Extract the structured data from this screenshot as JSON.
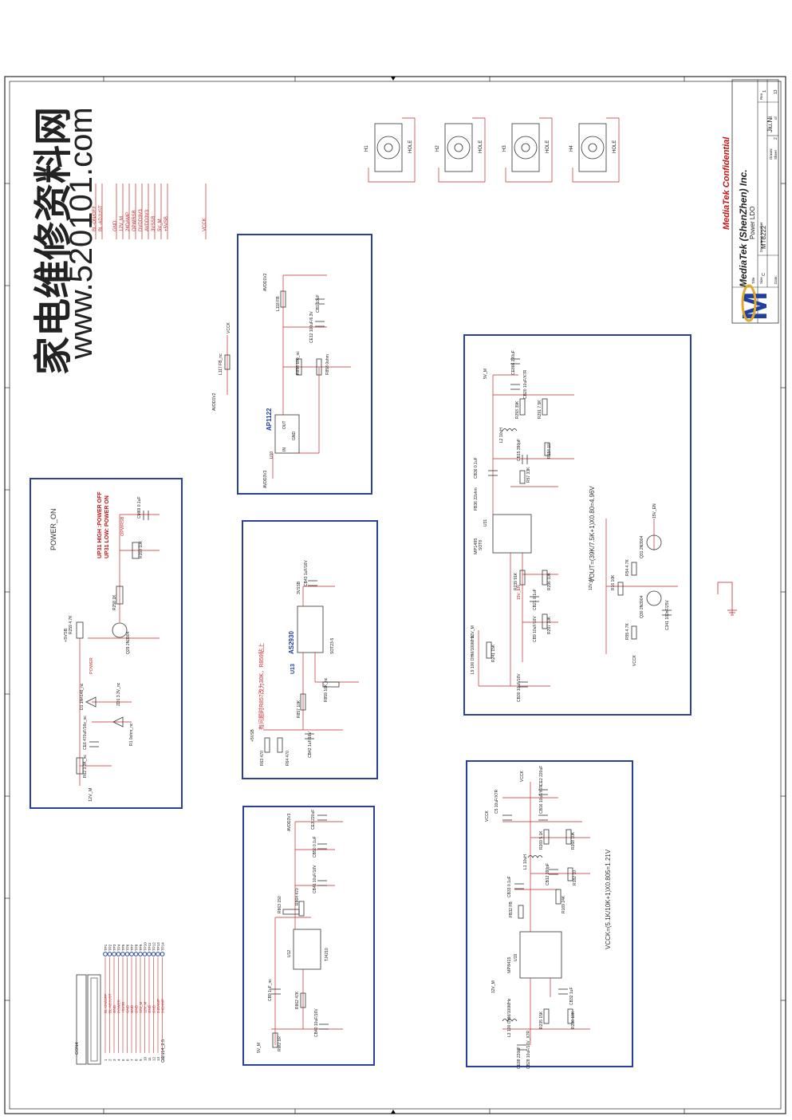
{
  "watermark": {
    "cn": "家电维修资料网",
    "url": "www.520101.com"
  },
  "title_block": {
    "confidential": "MediaTek Confidential",
    "company": "MediaTek (ShenZhen) Inc.",
    "title_caption": "Title",
    "title": "Power LDO",
    "size_caption": "Size",
    "size": "C",
    "doc_caption": "Document Number",
    "doc_number": "MT8222",
    "rev_caption": "Rev",
    "rev": "1",
    "drawn_caption": "Drawn:",
    "drawn": "Jiu.Ni",
    "date_caption": "Date:",
    "sheet_caption": "Sheet",
    "sheet": "2",
    "of_caption": "of",
    "sheet_total": "13"
  },
  "net_labels": [
    "BL-ON/OFF",
    "BL-ADJUST",
    "GND",
    "12V_M",
    "24DAMP",
    "OPWRSB",
    "DVDD3V3",
    "AVDD3V3",
    "3VSSB",
    "5V_M",
    "+5VSB",
    "VCCK"
  ],
  "holes": [
    {
      "ref": "H1",
      "label": "HOLE"
    },
    {
      "ref": "H2",
      "label": "HOLE"
    },
    {
      "ref": "H3",
      "label": "HOLE"
    },
    {
      "ref": "H4",
      "label": "HOLE"
    }
  ],
  "power_on": {
    "title": "POWER_ON",
    "note_high": "UP31 HIGH :POWER OFF",
    "note_low": "UP31 LOW: POWER ON",
    "net_power": "POWER",
    "net_opwrsb": "OPWRSB",
    "net_5vsb": "+5VSB",
    "net_12v": "12V_M",
    "parts": [
      "R259 4.7K",
      "Q29 2N3904",
      "R258 1K",
      "R260 10K",
      "CM69 0.1uF",
      "D1 1N4148_nc",
      "ZD1 3.3V_nc",
      "R1 0ohm_nc",
      "CE6 470uF/16v_nc",
      "R62 3.3K_nc"
    ]
  },
  "ap1122": {
    "ic": "AP1122",
    "ref": "U10",
    "pins": [
      "IN",
      "OUT",
      "GND"
    ],
    "nets": [
      "AVDD1V2",
      "AVDD3V3",
      "VCCK"
    ],
    "parts": [
      "L118 FB",
      "CB1 10uF",
      "CE12 100uF/6.3V",
      "R856 100_nc",
      "R858 0ohm",
      "L117 FB_nc"
    ]
  },
  "as2930": {
    "ic": "AS2930",
    "ref": "U13",
    "package": "SOT23-5",
    "note": "有问题时R857改为30K，R859贴上",
    "nets": [
      "3VSSB",
      "+5VSB"
    ],
    "parts": [
      "CB43 1uF/16V",
      "R857 10K",
      "R859 10K_nc",
      "R63 470",
      "R64 470",
      "CB42 1uF/16V"
    ]
  },
  "mp1495": {
    "ic": "MP1495",
    "ref": "U31",
    "package": "SOT8",
    "formula": "VOUT=(39K/7.5K+1)X0.80=4.96V",
    "nets": [
      "5V_M",
      "12V_M",
      "VCCK",
      "15V_EN"
    ],
    "parts": [
      "CE866 220uF",
      "CB20 10uF/X7R",
      "R293 39K",
      "R291 7.5K",
      "L2 10uH",
      "CB15 390pF",
      "R184 10",
      "CB36 0.1uF",
      "FB36 22ohm",
      "R57 33K",
      "R239 91K",
      "R296 10K",
      "CB21 0.1uF",
      "R297 10K",
      "CB9 10uF/16V",
      "R241 15K",
      "L9 100 OHM/100MHz",
      "CB30 10uF/16V",
      "Q31 2N3904",
      "Q30 2N3904",
      "R16 10K",
      "R54 4.7K",
      "R55 4.7K",
      "C341 100nF/25V"
    ]
  },
  "tj4210": {
    "ic": "TJ4210",
    "ref": "U12",
    "nets": [
      "AVDD3V3",
      "5V_M"
    ],
    "parts": [
      "CE3 220uF",
      "CB50 0.1uF",
      "CB41 10uF/16V",
      "R863 150",
      "R864 470",
      "CB9 1uF_nc",
      "R862 47K",
      "CB40 10uF/16V",
      "RW2 1R"
    ]
  },
  "mp8415": {
    "ic": "MP8415",
    "ref": "U19",
    "formula": "VCCK=(5.1K/10K+1)X0.805=1.21V",
    "nets": [
      "VCCK",
      "12V_M"
    ],
    "parts": [
      "CE2 220uF",
      "C5 10uF/X7R",
      "CB16 10uF/X7R",
      "R269 5.1K",
      "R268 10K",
      "L1 10uH",
      "CB33 0.1uF",
      "CB12 390pF",
      "R182 10",
      "FB32 FB",
      "R169 24K",
      "CB32 1uF",
      "L3 100 OHM/100MHz",
      "R235 15K",
      "R236 10K",
      "CE88 220uF",
      "CB28 10uF/16V_X7R"
    ]
  },
  "connector": {
    "ref": "CON4",
    "type": "CON14_2.5",
    "pins": [
      {
        "n": "1",
        "net": "BL-ON/OFF",
        "tp": "TP1"
      },
      {
        "n": "2",
        "net": "BL-ADJUST",
        "tp": "TP2"
      },
      {
        "n": "3",
        "net": "GND",
        "tp": "TP3"
      },
      {
        "n": "4",
        "net": "POWER",
        "tp": "TP4"
      },
      {
        "n": "5",
        "net": "+5VSB",
        "tp": "TP5"
      },
      {
        "n": "6",
        "net": "GND",
        "tp": "TP6"
      },
      {
        "n": "7",
        "net": "GND",
        "tp": "TP7"
      },
      {
        "n": "8",
        "net": "GND",
        "tp": "TP8"
      },
      {
        "n": "9",
        "net": "12V_M",
        "tp": "TP9"
      },
      {
        "n": "10",
        "net": "12V_M",
        "tp": "TP10"
      },
      {
        "n": "11",
        "net": "GND",
        "tp": "TP11"
      },
      {
        "n": "12",
        "net": "GND",
        "tp": "TP12"
      },
      {
        "n": "13",
        "net": "24DAMP",
        "tp": "TP13"
      },
      {
        "n": "14",
        "net": "24DAMP",
        "tp": "TP14"
      }
    ]
  },
  "colors": {
    "frame": "#000000",
    "block_border": "#2b3f9e",
    "wire": "#c42a2a",
    "text": "#222222",
    "title_red": "#c41414",
    "logo_blue": "#1f3fa0",
    "logo_gold": "#e2a82a"
  }
}
